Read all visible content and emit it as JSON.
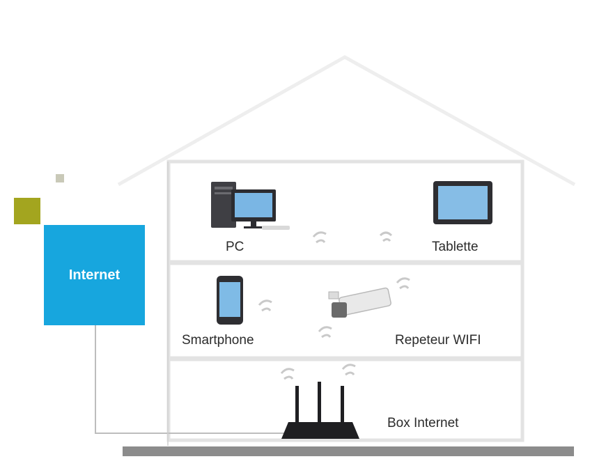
{
  "diagram": {
    "internet_label": "Internet",
    "rooms": {
      "top": {
        "left_label": "PC",
        "right_label": "Tablette"
      },
      "middle": {
        "left_label": "Smartphone",
        "right_label": "Repeteur WIFI"
      },
      "bottom": {
        "right_label": "Box Internet"
      }
    }
  },
  "colors": {
    "internet_box": "#17a6de",
    "accent_square": "#a3a51f",
    "house_outline": "#e6e6e6",
    "ground": "#8c8c8c"
  },
  "icons": [
    "pc-icon",
    "tablet-icon",
    "smartphone-icon",
    "wifi-repeater-icon",
    "router-icon",
    "wifi-signal-icon"
  ]
}
